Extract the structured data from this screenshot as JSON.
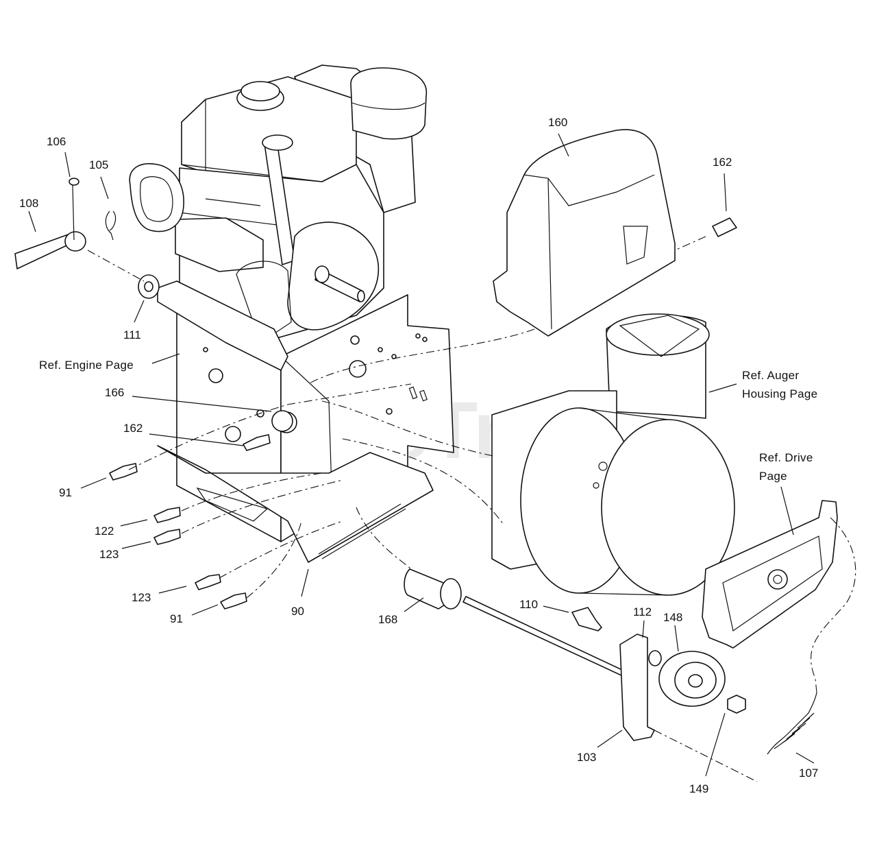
{
  "watermark": {
    "text": "PartsTree",
    "mark": "TM"
  },
  "references": {
    "engine": "Ref. Engine Page",
    "auger_line1": "Ref. Auger",
    "auger_line2": "Housing Page",
    "drive_line1": "Ref. Drive",
    "drive_line2": "Page"
  },
  "callouts": [
    {
      "id": "c106",
      "text": "106"
    },
    {
      "id": "c105",
      "text": "105"
    },
    {
      "id": "c108",
      "text": "108"
    },
    {
      "id": "c111",
      "text": "111"
    },
    {
      "id": "c160",
      "text": "160"
    },
    {
      "id": "c162a",
      "text": "162"
    },
    {
      "id": "c166",
      "text": "166"
    },
    {
      "id": "c162b",
      "text": "162"
    },
    {
      "id": "c91a",
      "text": "91"
    },
    {
      "id": "c122",
      "text": "122"
    },
    {
      "id": "c123a",
      "text": "123"
    },
    {
      "id": "c123b",
      "text": "123"
    },
    {
      "id": "c91b",
      "text": "91"
    },
    {
      "id": "c90",
      "text": "90"
    },
    {
      "id": "c168",
      "text": "168"
    },
    {
      "id": "c110",
      "text": "110"
    },
    {
      "id": "c112",
      "text": "112"
    },
    {
      "id": "c148",
      "text": "148"
    },
    {
      "id": "c103",
      "text": "103"
    },
    {
      "id": "c149",
      "text": "149"
    },
    {
      "id": "c107",
      "text": "107"
    }
  ]
}
